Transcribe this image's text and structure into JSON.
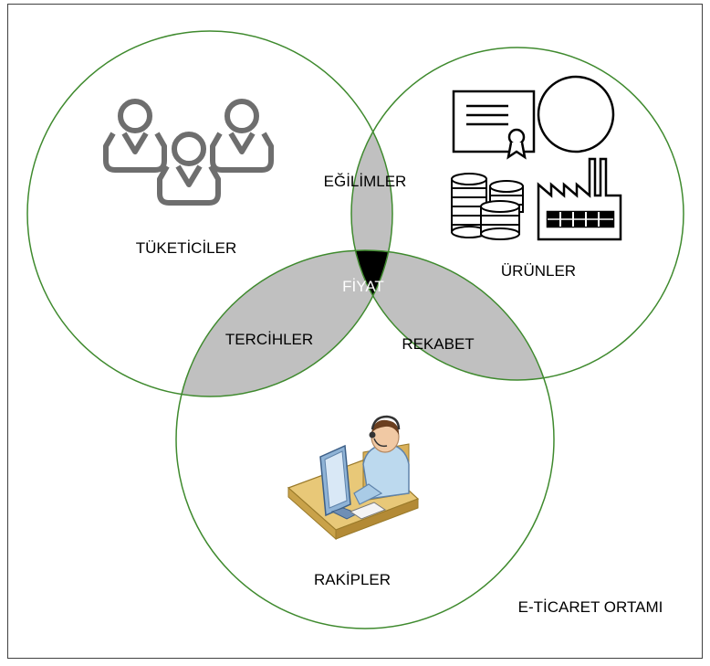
{
  "diagram": {
    "environment_label": "E-TİCARET ORTAMI",
    "circles": {
      "consumers": "TÜKETİCİLER",
      "products": "ÜRÜNLER",
      "competitors": "RAKİPLER"
    },
    "intersections": {
      "consumers_products": "EĞİLİMLER",
      "consumers_competitors": "TERCİHLER",
      "products_competitors": "REKABET",
      "center": "FİYAT"
    },
    "colors": {
      "circle_stroke": "#3f8a2e",
      "pair_overlap": "#c0c0c0",
      "center_overlap": "#000000",
      "icon_gray": "#6e6e6e"
    },
    "icons": {
      "consumers": "people-group-icon",
      "products": "products-icons",
      "competitors": "call-center-agent-icon"
    }
  }
}
